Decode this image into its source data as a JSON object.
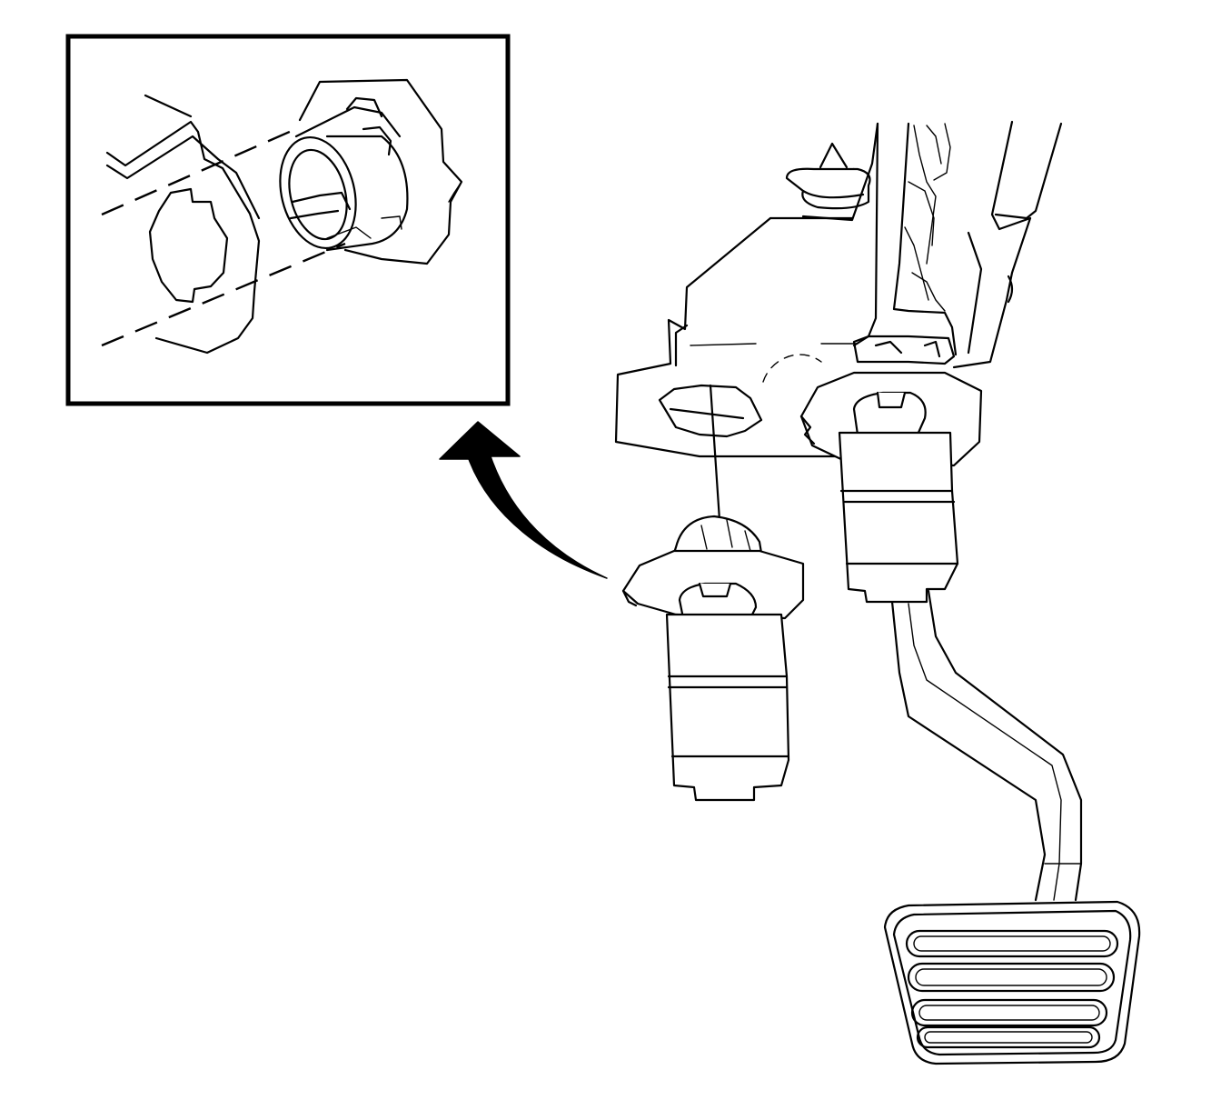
{
  "figure": {
    "kind": "mechanical line illustration",
    "background": "#ffffff",
    "line_color": "#000000",
    "callout_frame_color": "#000000",
    "callout_icon": "magnify-detail",
    "arrow_icon": "curved-arrow-up-left"
  }
}
